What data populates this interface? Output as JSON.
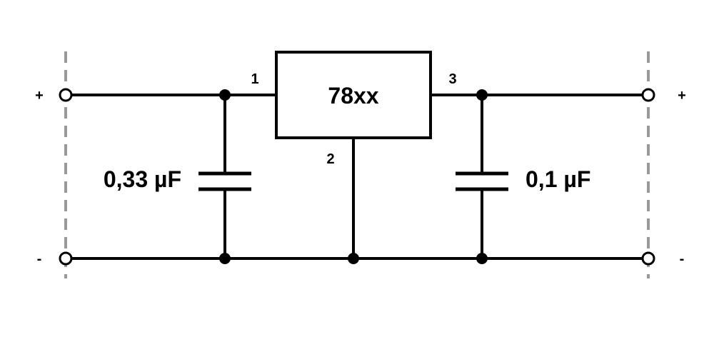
{
  "regulator": {
    "part_label": "78xx",
    "pins": {
      "input": "1",
      "ground": "2",
      "output": "3"
    }
  },
  "capacitors": {
    "input": {
      "value": "0,33 µF"
    },
    "output": {
      "value": "0,1 µF"
    }
  },
  "terminals": {
    "input_positive": "+",
    "input_negative": "-",
    "output_positive": "+",
    "output_negative": "-"
  },
  "colors": {
    "wire": "#000000",
    "boundary": "#999999",
    "background": "#ffffff"
  }
}
